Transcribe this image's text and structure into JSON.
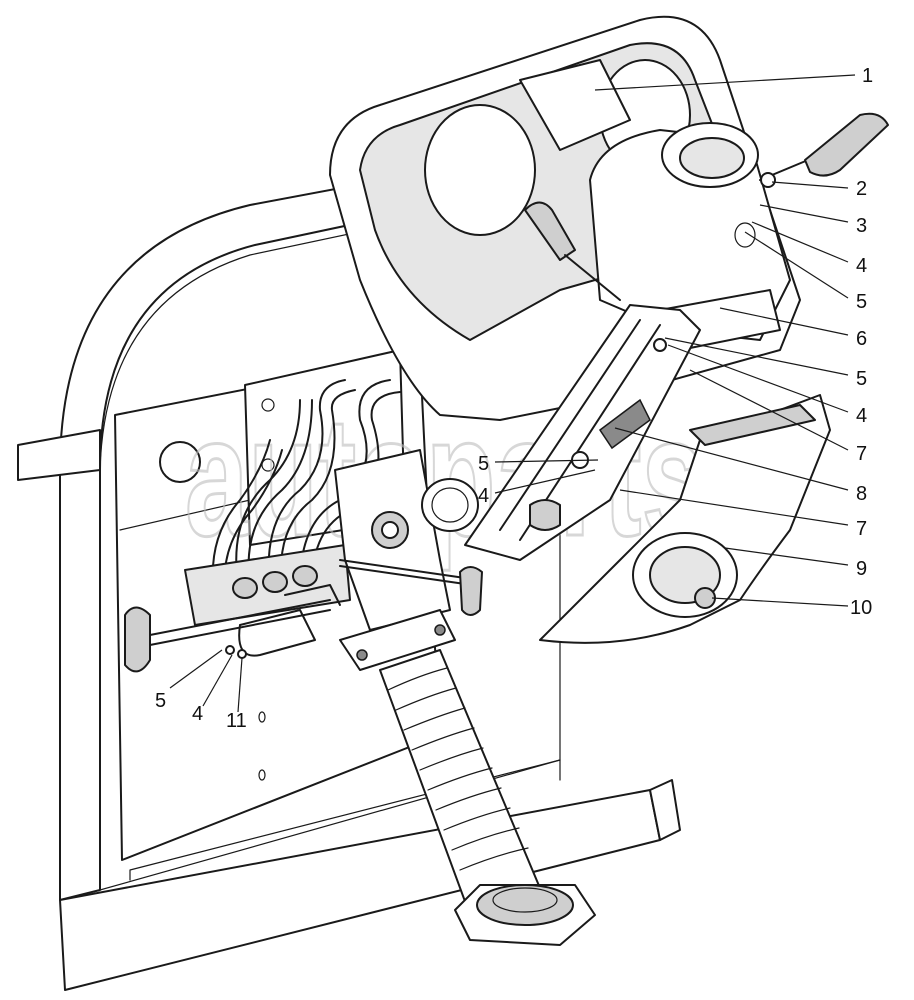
{
  "watermark": "autoparts",
  "callouts": [
    {
      "id": "c1",
      "label": "1"
    },
    {
      "id": "c2",
      "label": "2"
    },
    {
      "id": "c3",
      "label": "3"
    },
    {
      "id": "c4a",
      "label": "4"
    },
    {
      "id": "c5a",
      "label": "5"
    },
    {
      "id": "c6",
      "label": "6"
    },
    {
      "id": "c5b",
      "label": "5"
    },
    {
      "id": "c4b",
      "label": "4"
    },
    {
      "id": "c7a",
      "label": "7"
    },
    {
      "id": "c8",
      "label": "8"
    },
    {
      "id": "c7b",
      "label": "7"
    },
    {
      "id": "c9",
      "label": "9"
    },
    {
      "id": "c10",
      "label": "10"
    },
    {
      "id": "c5c",
      "label": "5"
    },
    {
      "id": "c4c",
      "label": "4"
    },
    {
      "id": "c5d",
      "label": "5"
    },
    {
      "id": "c4d",
      "label": "4"
    },
    {
      "id": "c11",
      "label": "11"
    }
  ],
  "colors": {
    "line": "#1a1a1a",
    "shade": "#cfcfcf",
    "watermark": "#bdbdbd"
  }
}
